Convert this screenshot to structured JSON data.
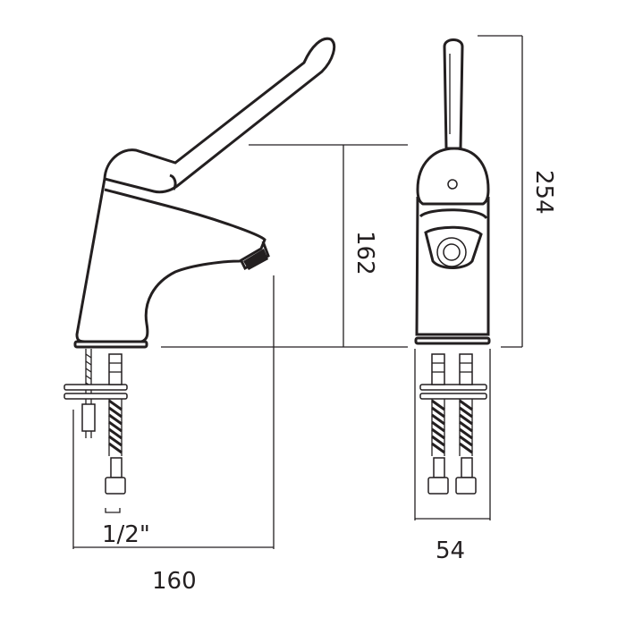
{
  "dimensions": {
    "width_side": "160",
    "height_spout": "162",
    "height_total": "254",
    "width_front": "54",
    "thread_size": "1/2\""
  },
  "colors": {
    "line": "#231f20",
    "background": "#ffffff"
  }
}
